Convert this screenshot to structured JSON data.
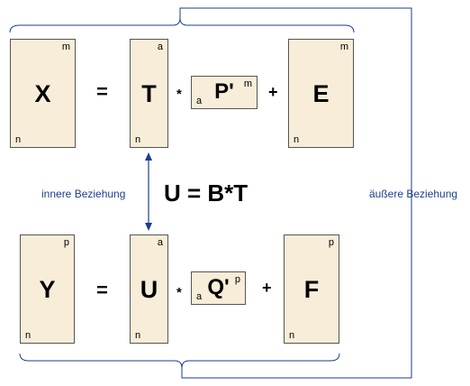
{
  "top_row": {
    "x_matrix": {
      "name": "X",
      "sup": "m",
      "sub": "n"
    },
    "t_matrix": {
      "name": "T",
      "sup": "a",
      "sub": "n"
    },
    "p_matrix": {
      "name": "P'",
      "sup": "m",
      "sub": "a"
    },
    "e_matrix": {
      "name": "E",
      "sup": "m",
      "sub": "n"
    },
    "equals": "=",
    "times": "*",
    "plus": "+"
  },
  "bottom_row": {
    "y_matrix": {
      "name": "Y",
      "sup": "p",
      "sub": "n"
    },
    "u_matrix": {
      "name": "U",
      "sup": "a",
      "sub": "n"
    },
    "q_matrix": {
      "name": "Q'",
      "sup": "p",
      "sub": "a"
    },
    "f_matrix": {
      "name": "F",
      "sup": "p",
      "sub": "n"
    },
    "equals": "=",
    "times": "*",
    "plus": "+"
  },
  "inner_relation_label": "innere Beziehung",
  "outer_relation_label": "äußere Beziehung",
  "inner_formula": "U = B*T",
  "colors": {
    "matrix_fill": "#f7edd8",
    "matrix_border": "#555555",
    "arrow": "#1a3f8a",
    "label": "#1a3f8a",
    "bracket_line": "#1a3f8a"
  }
}
